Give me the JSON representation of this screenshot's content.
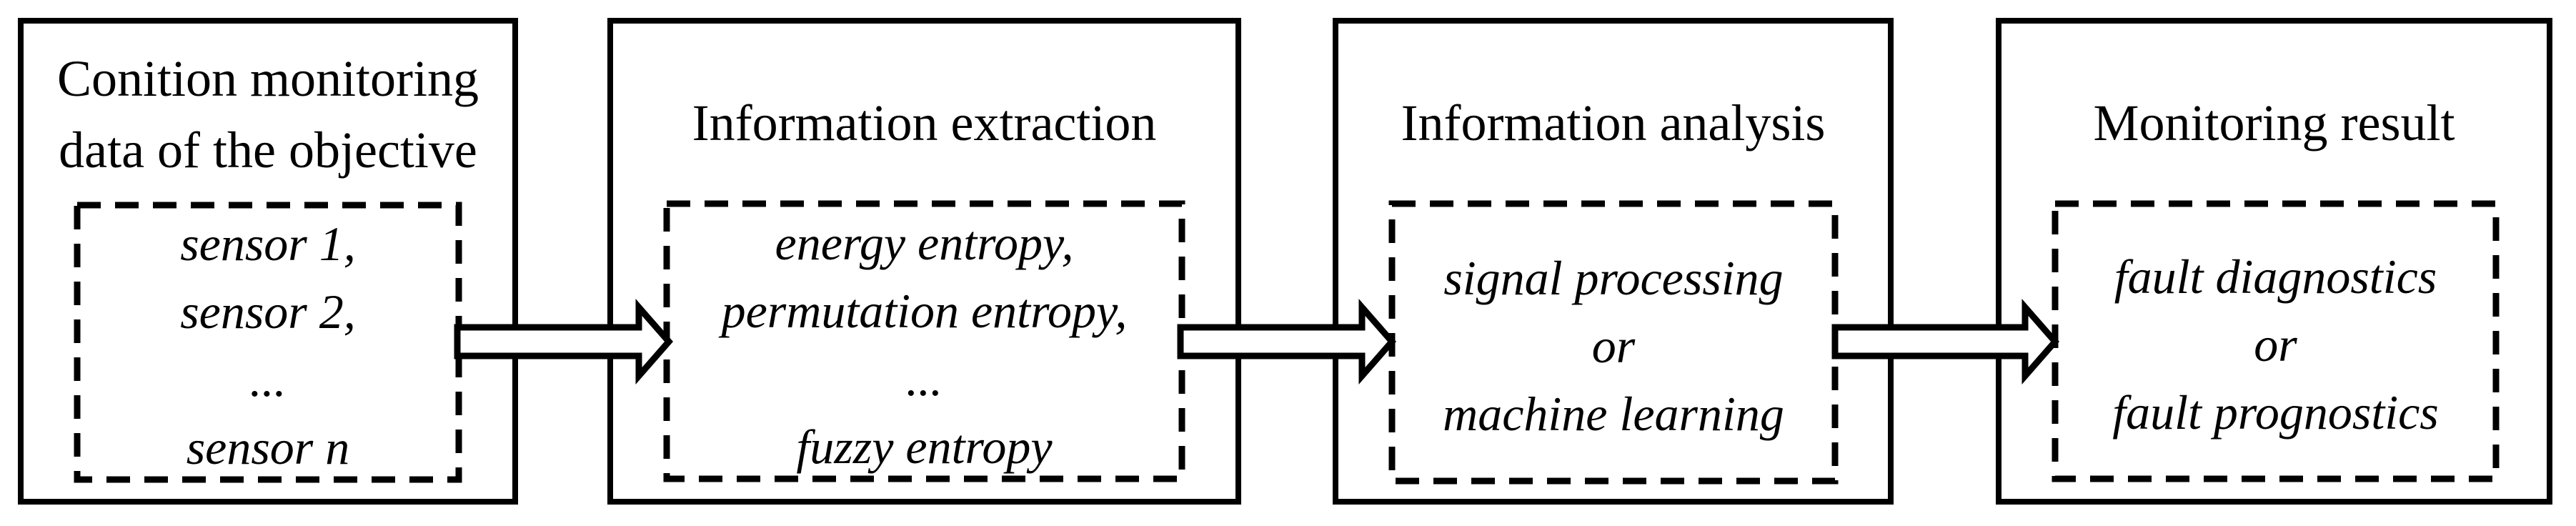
{
  "diagram": {
    "description": "Condition monitoring flowchart with four stages connected by block arrows",
    "colors": {
      "foreground": "#000000",
      "background": "#ffffff"
    },
    "stages": [
      {
        "title_lines": [
          "Conition monitoring",
          "data of the objective"
        ],
        "detail_lines": [
          "sensor 1,",
          "sensor 2,",
          "...",
          "sensor n"
        ]
      },
      {
        "title_lines": [
          "Information extraction"
        ],
        "detail_lines": [
          "energy entropy,",
          "permutation entropy,",
          "...",
          "fuzzy entropy"
        ]
      },
      {
        "title_lines": [
          "Information analysis"
        ],
        "detail_lines": [
          "signal processing",
          "or",
          "machine learning"
        ]
      },
      {
        "title_lines": [
          "Monitoring result"
        ],
        "detail_lines": [
          "fault diagnostics",
          "or",
          "fault prognostics"
        ]
      }
    ]
  }
}
